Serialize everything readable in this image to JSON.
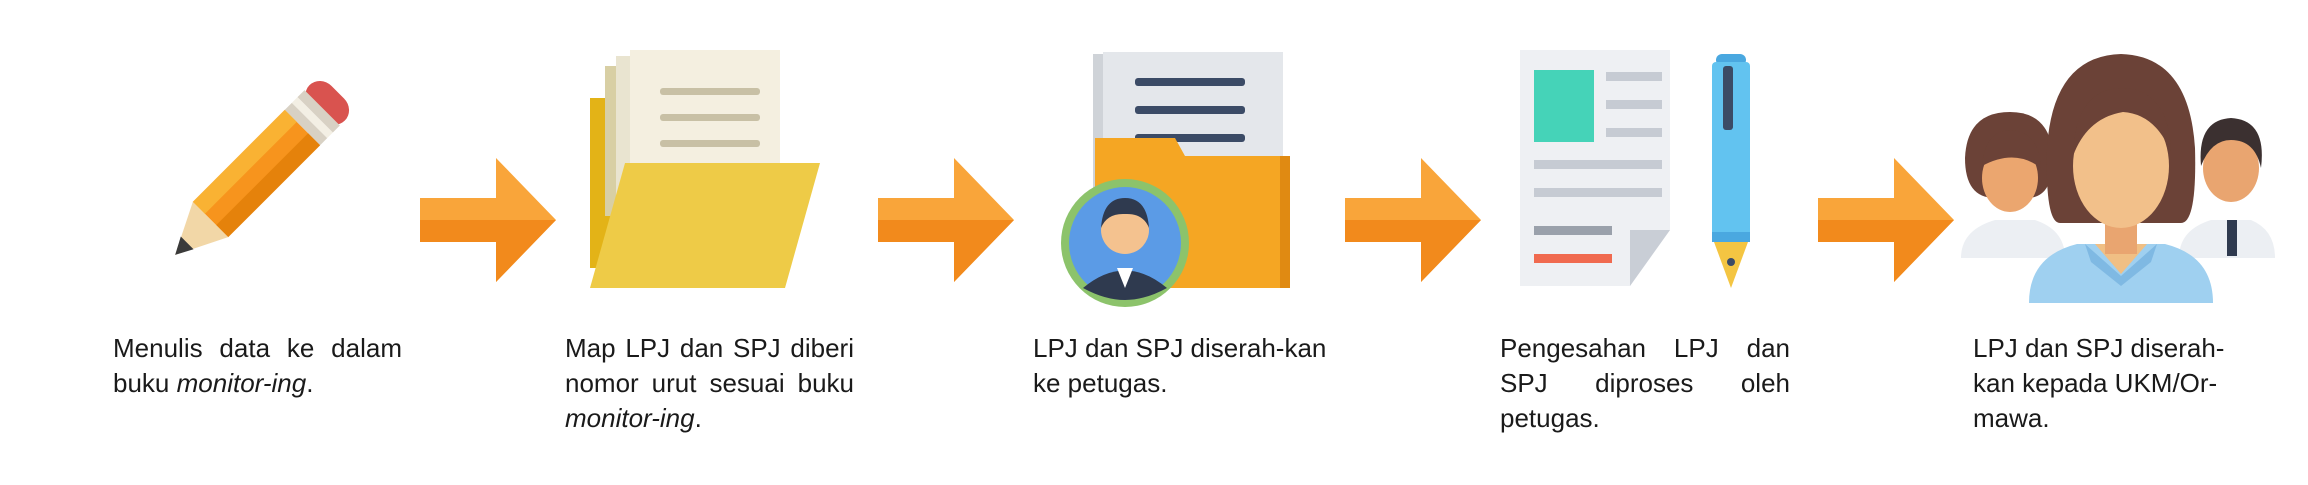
{
  "steps": [
    {
      "icon": "pencil-icon",
      "text": "Menulis data ke dalam buku ",
      "italic": "monitor-ing",
      "end": "."
    },
    {
      "icon": "folder-documents-icon",
      "text": "Map LPJ dan SPJ diberi nomor urut sesuai buku ",
      "italic": "monitor-ing",
      "end": "."
    },
    {
      "icon": "folder-person-icon",
      "text": "LPJ dan SPJ diserah-kan ke petugas."
    },
    {
      "icon": "document-pen-icon",
      "text": "Pengesahan LPJ dan SPJ diproses oleh petugas."
    },
    {
      "icon": "people-group-icon",
      "text": "LPJ dan SPJ diserah-kan kepada UKM/Or-mawa."
    }
  ],
  "arrow_icon": "arrow-right-icon",
  "colors": {
    "arrow_light": "#f9a53a",
    "arrow_dark": "#f28a1c"
  }
}
